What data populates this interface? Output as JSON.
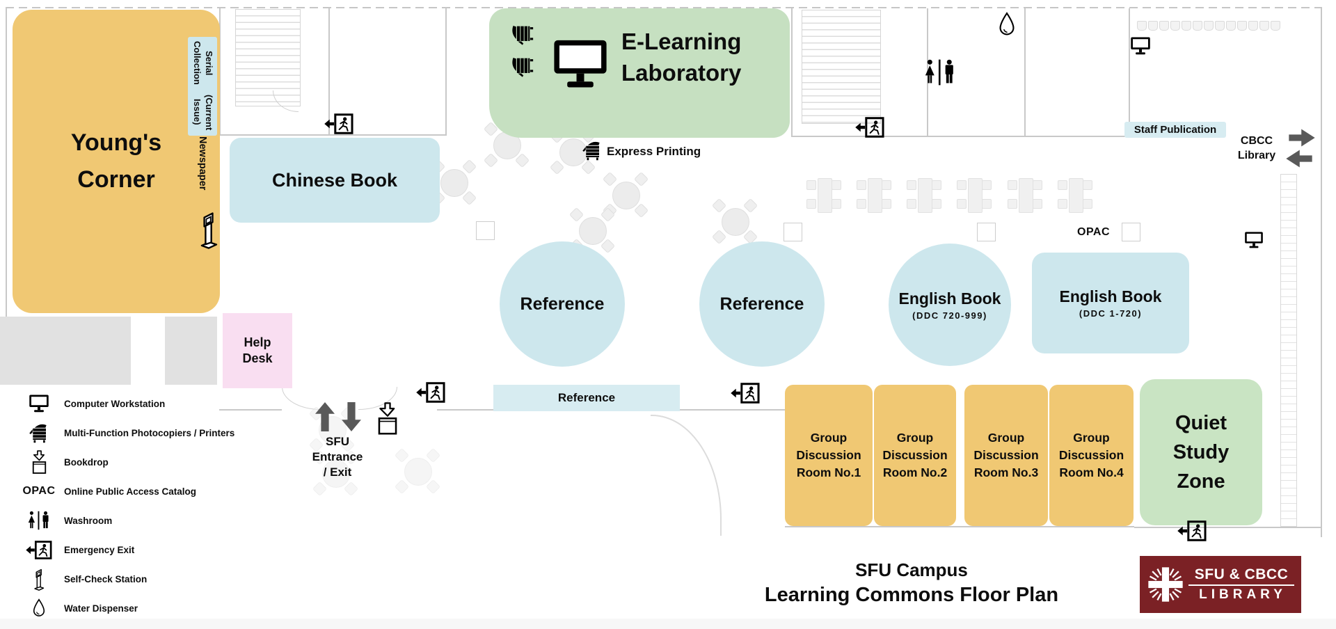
{
  "map": {
    "youngs_corner": "Young's Corner",
    "serial_collection": {
      "line1": "Serial Collection",
      "line2": "(Current Issue)"
    },
    "newspaper": "Newspaper",
    "chinese_book": "Chinese Book",
    "elearning_lab": "E-Learning Laboratory",
    "express_printing": "Express Printing",
    "help_desk": "Help Desk",
    "reference_circle_1": "Reference",
    "reference_circle_2": "Reference",
    "english_book_circle": {
      "label": "English Book",
      "range": "(DDC 720-999)"
    },
    "english_book_area": {
      "label": "English Book",
      "range": "(DDC 1-720)"
    },
    "reference_shelf": "Reference",
    "staff_publication": "Staff Publication",
    "cbcc_library": {
      "line1": "CBCC",
      "line2": "Library"
    },
    "opac": "OPAC",
    "rooms": [
      "Group Discussion Room No.1",
      "Group Discussion Room No.2",
      "Group Discussion Room No.3",
      "Group Discussion Room No.4"
    ],
    "quiet_study_zone": "Quiet Study Zone",
    "entrance": {
      "line1": "SFU",
      "line2": "Entrance",
      "line3": "/ Exit"
    }
  },
  "legend": {
    "items": [
      {
        "icon": "monitor",
        "label": "Computer Workstation"
      },
      {
        "icon": "printer",
        "label": "Multi-Function Photocopiers / Printers"
      },
      {
        "icon": "bookdrop",
        "label": "Bookdrop"
      },
      {
        "icon": "opac-text",
        "text": "OPAC",
        "label": "Online Public Access Catalog"
      },
      {
        "icon": "washroom",
        "label": "Washroom"
      },
      {
        "icon": "exit",
        "label": "Emergency Exit"
      },
      {
        "icon": "kiosk",
        "label": "Self-Check Station"
      },
      {
        "icon": "droplet",
        "label": "Water Dispenser"
      }
    ]
  },
  "footer": {
    "title_line1": "SFU Campus",
    "title_line2": "Learning Commons Floor Plan"
  },
  "logo": {
    "top": "SFU & CBCC",
    "bottom": "LIBRARY"
  },
  "colors": {
    "zone_yellow": "#F0C873",
    "zone_blue": "#CDE7ED",
    "zone_blue_light": "#D7ECF1",
    "zone_green": "#C6E0C1",
    "zone_green2": "#C9E4C3",
    "zone_pink": "#F9DEF1",
    "arrow_gray": "#595959",
    "logo_maroon": "#7B2125"
  }
}
